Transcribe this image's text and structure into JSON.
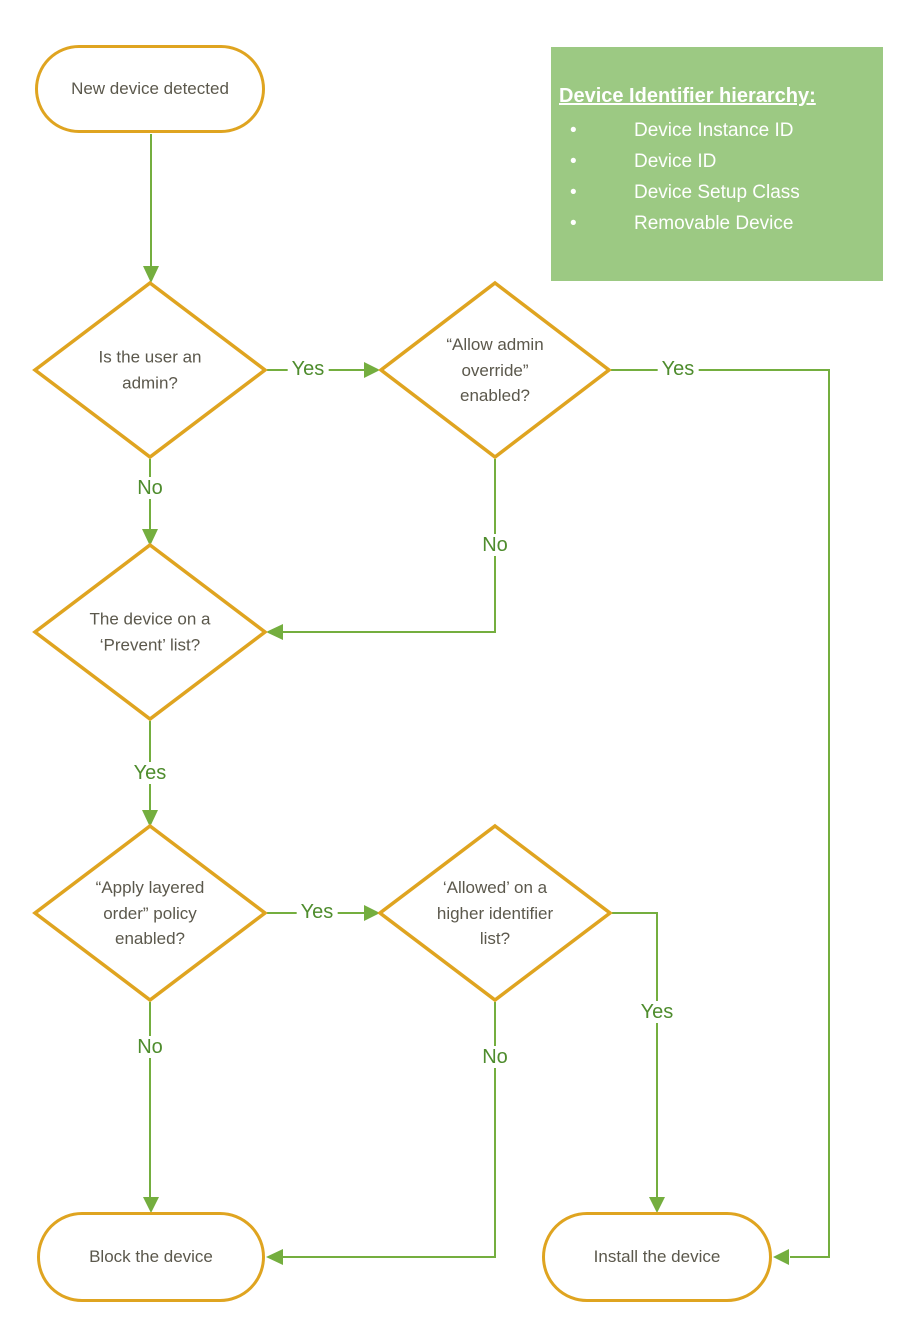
{
  "colors": {
    "node_border": "#DFA420",
    "connector": "#74AE3F",
    "edge_label_text": "#4E8C2D",
    "legend_background": "#9CC983",
    "legend_text": "#FFFFFF",
    "node_text": "#5B584C"
  },
  "nodes": {
    "start": "New device detected",
    "admin_check": "Is the user an\nadmin?",
    "override_check": "“Allow admin\noverride”\nenabled?",
    "prevent_check": "The device on a\n‘Prevent’ list?",
    "layered_check": "“Apply layered\norder” policy\nenabled?",
    "allowed_check": "‘Allowed’ on a\nhigher identifier\nlist?",
    "block": "Block the device",
    "install": "Install the device"
  },
  "edge_labels": {
    "admin_yes": "Yes",
    "admin_no": "No",
    "override_yes": "Yes",
    "override_no": "No",
    "prevent_yes": "Yes",
    "layered_yes": "Yes",
    "layered_no": "No",
    "allowed_yes": "Yes",
    "allowed_no": "No"
  },
  "legend": {
    "title": "Device Identifier hierarchy:",
    "bullet": "•",
    "items": [
      "Device Instance ID",
      "Device ID",
      "Device Setup Class",
      "Removable Device"
    ]
  }
}
